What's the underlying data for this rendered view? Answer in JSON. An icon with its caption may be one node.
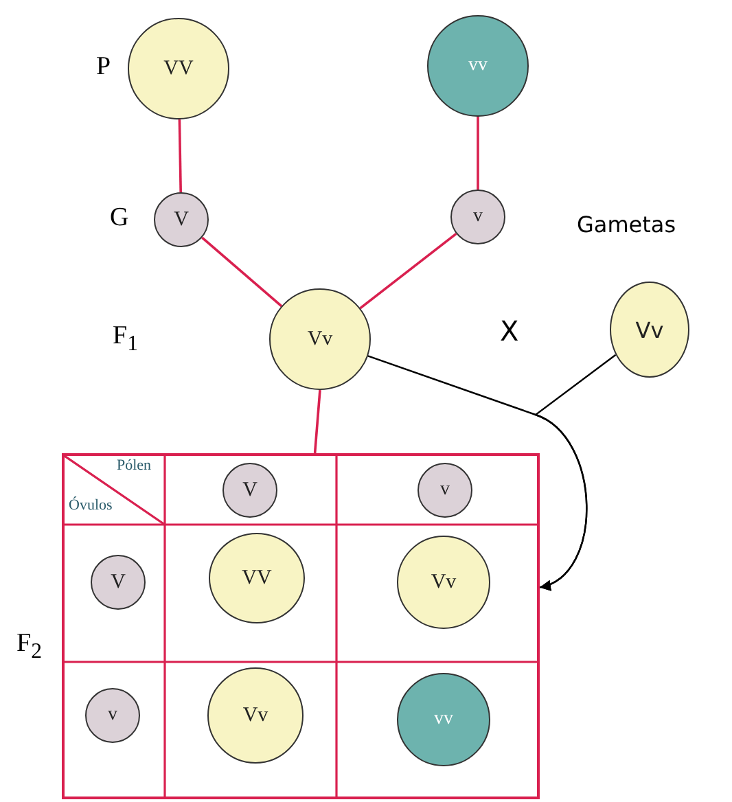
{
  "diagram": {
    "nodes": [
      {
        "text": [
          "VV"
        ]
      },
      {
        "text": [
          "vv"
        ]
      },
      {
        "text": [
          "V"
        ]
      },
      {
        "text": [
          "v"
        ]
      },
      {
        "text": [
          "Vv"
        ]
      },
      {
        "text": [
          "Vv"
        ]
      },
      {
        "text": [
          "Pólen",
          "Óvulos"
        ]
      },
      {
        "text": [
          "V"
        ],
        "in": 6
      },
      {
        "text": [
          "v"
        ],
        "in": 6
      },
      {
        "text": [
          "V"
        ],
        "in": 6
      },
      {
        "text": [
          "VV"
        ],
        "in": 6
      },
      {
        "text": [
          "Vv"
        ],
        "in": 6
      },
      {
        "text": [
          "v"
        ],
        "in": 6
      },
      {
        "text": [
          "Vv"
        ],
        "in": 6
      },
      {
        "text": [
          "vv"
        ],
        "in": 6
      }
    ],
    "edges": [
      {
        "from": 0,
        "to": 2,
        "arrow": "none"
      },
      {
        "from": 1,
        "to": 3,
        "arrow": "none"
      },
      {
        "from": 2,
        "to": 4,
        "arrow": "none"
      },
      {
        "from": 3,
        "to": 4,
        "arrow": "none"
      },
      {
        "from": 4,
        "to": 6,
        "arrow": "none"
      },
      {
        "from": 4,
        "to": 6,
        "arrow": "to",
        "color": "#000000"
      },
      {
        "from": 5,
        "to": 6,
        "arrow": "to",
        "color": "#000000"
      }
    ],
    "labels": [
      "P",
      "G",
      "Gametas",
      "F$_{1}$",
      "X",
      "F$_{2}$"
    ]
  }
}
